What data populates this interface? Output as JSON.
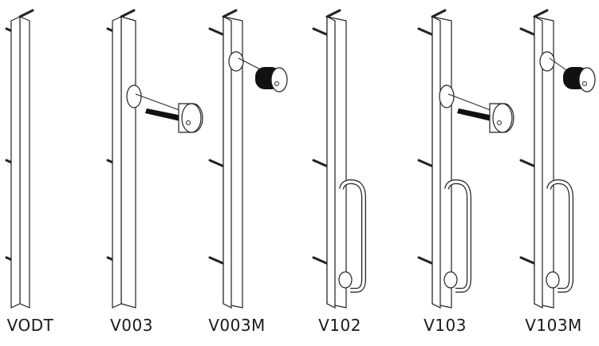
{
  "products": [
    {
      "label": "VODT",
      "cylinder": "none",
      "pull": false
    },
    {
      "label": "V003",
      "cylinder": "rim",
      "pull": false
    },
    {
      "label": "V003M",
      "cylinder": "mortise",
      "pull": false
    },
    {
      "label": "V102",
      "cylinder": "none",
      "pull": true
    },
    {
      "label": "V103",
      "cylinder": "rim",
      "pull": true
    },
    {
      "label": "V103M",
      "cylinder": "mortise",
      "pull": true
    }
  ]
}
